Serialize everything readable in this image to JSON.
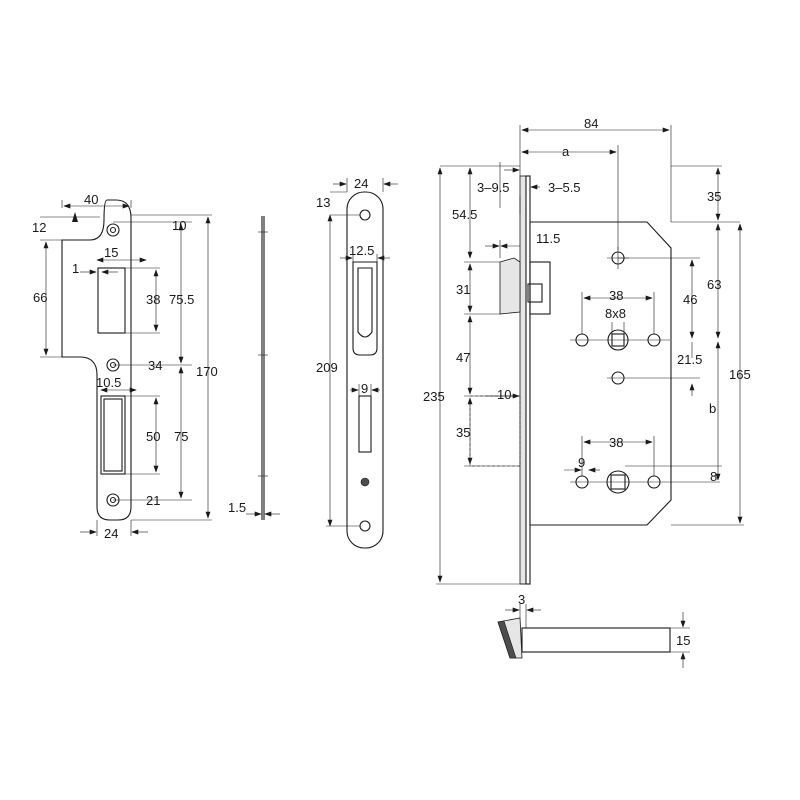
{
  "labels": {
    "sp_40": "40",
    "sp_12": "12",
    "sp_10": "10",
    "sp_15": "15",
    "sp_1": "1",
    "sp_66": "66",
    "sp_38": "38",
    "sp_75_5": "75.5",
    "sp_34": "34",
    "sp_170": "170",
    "sp_10_5": "10.5",
    "sp_50": "50",
    "sp_75": "75",
    "sp_21": "21",
    "sp_24": "24",
    "side_1_5": "1.5",
    "fp_24": "24",
    "fp_13": "13",
    "fp_12_5": "12.5",
    "fp_209": "209",
    "fp_9": "9",
    "lb_84": "84",
    "lb_a": "a",
    "lb_3_9_5": "3–9.5",
    "lb_3_5_5": "3–5.5",
    "lb_54_5": "54.5",
    "lb_11_5": "11.5",
    "lb_35_top": "35",
    "lb_63": "63",
    "lb_31": "31",
    "lb_38_top": "38",
    "lb_8x8": "8x8",
    "lb_46": "46",
    "lb_47": "47",
    "lb_21_5": "21.5",
    "lb_165": "165",
    "lb_235": "235",
    "lb_10": "10",
    "lb_b": "b",
    "lb_35_mid": "35",
    "lb_38_bot": "38",
    "lb_9": "9",
    "lb_8": "8",
    "bolt_3": "3",
    "bolt_15": "15"
  }
}
